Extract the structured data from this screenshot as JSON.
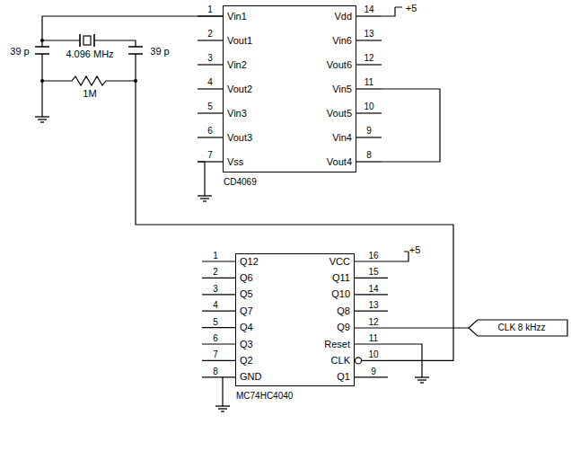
{
  "diagram": {
    "nodes": [
      {
        "text": [
          "Vin1",
          "Vout1",
          "Vin2",
          "Vout2",
          "Vin3",
          "Vout3",
          "Vss",
          "Vdd",
          "Vin6",
          "Vout6",
          "Vin5",
          "Vout5",
          "Vin4",
          "Vout4",
          "CD4069"
        ]
      },
      {
        "text": [
          "Q12",
          "Q6",
          "Q5",
          "Q7",
          "Q4",
          "Q3",
          "Q2",
          "GND",
          "VCC",
          "Q11",
          "Q10",
          "Q8",
          "Q9",
          "Reset",
          "CLK",
          "Q1",
          "MC74HC4040"
        ]
      },
      {
        "text": [
          "CLK 8 kHzz"
        ]
      }
    ],
    "edges": [
      {
        "from": 1,
        "to": 2,
        "arrow": "none"
      }
    ],
    "labels": [
      "+5",
      "39 p",
      "4.096 MHz",
      "39 p",
      "1M",
      "1",
      "2",
      "3",
      "4",
      "5",
      "6",
      "7",
      "8",
      "9",
      "10",
      "11",
      "12",
      "13",
      "14",
      "+5",
      "1",
      "2",
      "3",
      "4",
      "5",
      "6",
      "7",
      "8",
      "9",
      "10",
      "11",
      "12",
      "13",
      "14",
      "15",
      "16"
    ]
  }
}
